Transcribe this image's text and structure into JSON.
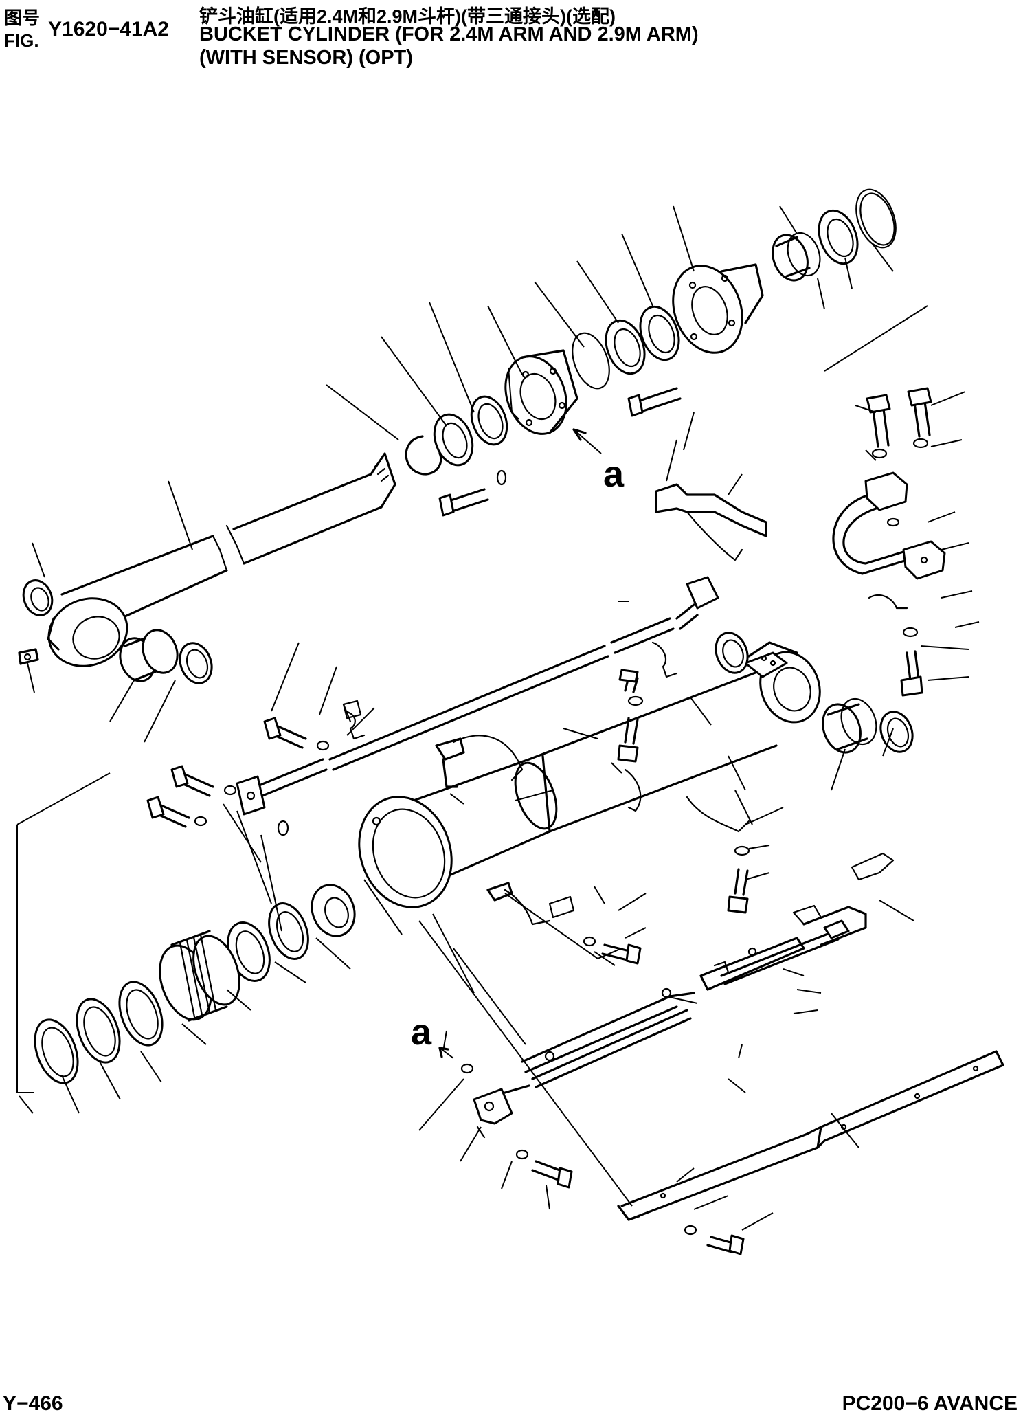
{
  "header": {
    "fig_label_cn": "图号",
    "fig_label_en": "FIG.",
    "fig_number": "Y1620−41A2",
    "title_cn": "铲斗油缸(适用2.4M和2.9M斗杆)(带三通接头)(选配)",
    "title_en_line1": "BUCKET CYLINDER (FOR 2.4M ARM AND 2.9M ARM)",
    "title_en_line2": "(WITH SENSOR) (OPT)"
  },
  "diagram": {
    "reference_marks": [
      "a",
      "a"
    ]
  },
  "footer": {
    "page_number": "Y−466",
    "model": "PC200−6 AVANCE"
  }
}
